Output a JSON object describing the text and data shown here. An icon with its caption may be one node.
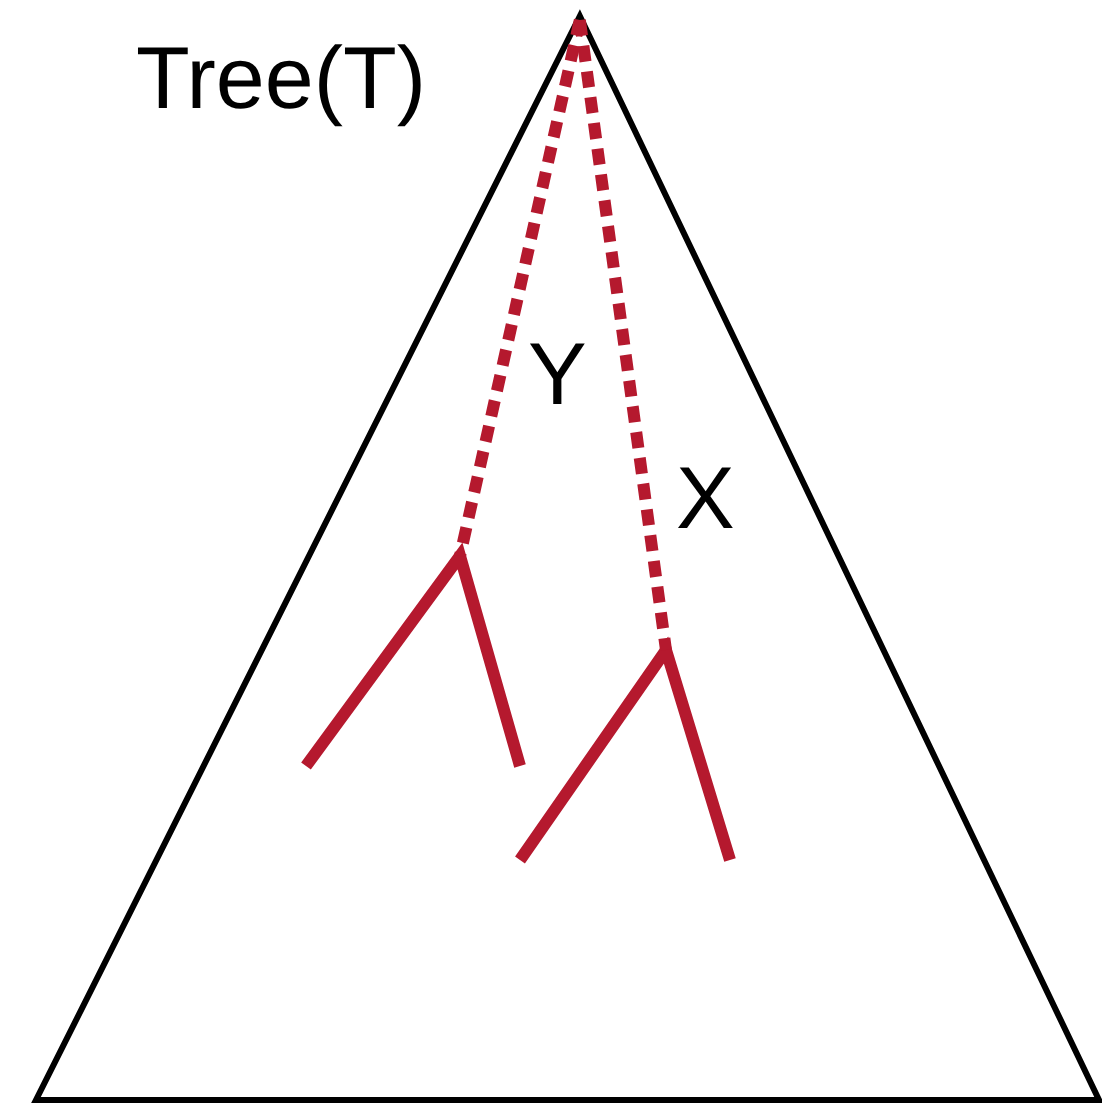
{
  "diagram": {
    "nodes": [
      {
        "text": [
          "Tree(T)"
        ]
      },
      {
        "text": [],
        "shape": "picture",
        "in": 0
      },
      {
        "text": [],
        "shape": "picture",
        "in": 0
      }
    ],
    "edges": [
      {
        "from": 0,
        "to": 1,
        "arrow": "none",
        "style": "dashed",
        "label": "Y"
      },
      {
        "from": 0,
        "to": 2,
        "arrow": "none",
        "style": "dashed",
        "label": "X"
      }
    ]
  }
}
